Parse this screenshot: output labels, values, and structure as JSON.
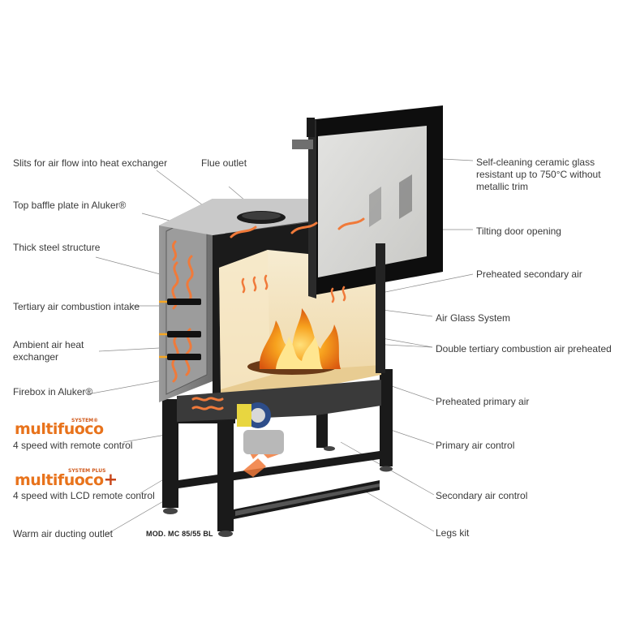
{
  "labels_left": {
    "slits": "Slits for air flow into heat exchanger",
    "baffle": "Top baffle plate in Aluker®",
    "steel": "Thick steel structure",
    "tertiary": "Tertiary air combustion intake",
    "ambient": "Ambient air heat exchanger",
    "firebox": "Firebox in Aluker®",
    "multifuoco_text": "4 speed with remote control",
    "multifuoco_plus_text": "4 speed with LCD remote control",
    "warm_air": "Warm air ducting outlet"
  },
  "labels_center": {
    "flue": "Flue outlet"
  },
  "labels_right": {
    "glass": "Self-cleaning ceramic glass resistant up to 750°C without metallic trim",
    "tilting": "Tilting door opening",
    "secondary_preheated": "Preheated secondary air",
    "air_glass": "Air Glass System",
    "double_tertiary": "Double tertiary combustion air preheated",
    "primary_preheated": "Preheated primary air",
    "primary_control": "Primary air control",
    "secondary_control": "Secondary air control",
    "legs": "Legs kit"
  },
  "logos": {
    "multifuoco": {
      "name": "multifuoco",
      "superscript": "SYSTEM®"
    },
    "multifuoco_plus": {
      "name": "multifuoco",
      "plus_sign": "+",
      "superscript": "SYSTEM PLUS"
    }
  },
  "model": "MOD. MC 85/55 BL",
  "colors": {
    "text": "#3a3a3a",
    "leader": "#8a8a8a",
    "logo_orange": "#e8731c",
    "logo_dark": "#c8461a",
    "steel_dark": "#151515",
    "steel_grey": "#8e8e8e",
    "firebox_cream": "#f4e3bf",
    "flame": "#f39a1b",
    "air_arrow": "#f07a3a"
  }
}
